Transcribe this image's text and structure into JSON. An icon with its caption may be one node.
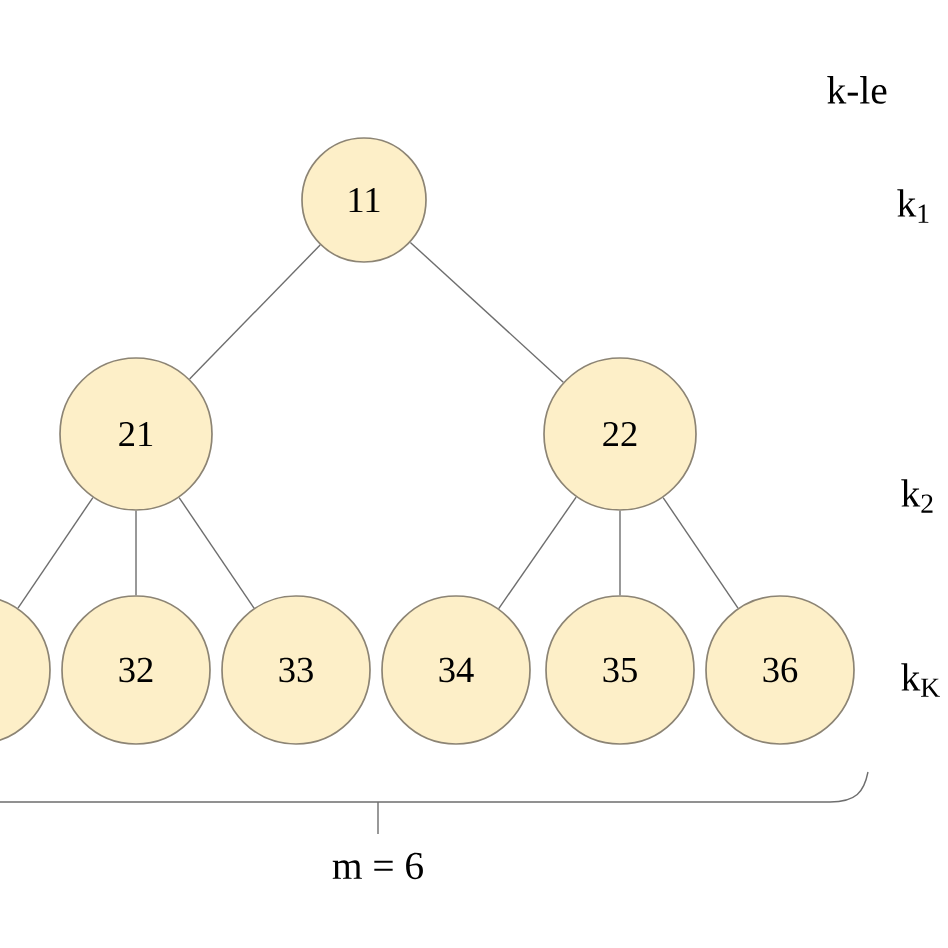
{
  "diagram": {
    "nodes": [
      {
        "text": [
          "11"
        ]
      },
      {
        "text": [
          "21"
        ]
      },
      {
        "text": [
          "22"
        ]
      },
      {
        "text": [],
        "shape": "circle"
      },
      {
        "text": [
          "32"
        ]
      },
      {
        "text": [
          "33"
        ]
      },
      {
        "text": [
          "34"
        ]
      },
      {
        "text": [
          "35"
        ]
      },
      {
        "text": [
          "36"
        ]
      }
    ],
    "edges": [
      {
        "from": 0,
        "to": 1,
        "arrow": "none"
      },
      {
        "from": 0,
        "to": 2,
        "arrow": "none"
      },
      {
        "from": 1,
        "to": 3,
        "arrow": "none"
      },
      {
        "from": 1,
        "to": 4,
        "arrow": "none"
      },
      {
        "from": 1,
        "to": 5,
        "arrow": "none"
      },
      {
        "from": 2,
        "to": 6,
        "arrow": "none"
      },
      {
        "from": 2,
        "to": 7,
        "arrow": "none"
      },
      {
        "from": 2,
        "to": 8,
        "arrow": "none"
      }
    ],
    "labels": [
      "k-le",
      "k$_{1}$",
      "k$_{2}$",
      "k$_{K}$",
      "m = 6"
    ]
  }
}
